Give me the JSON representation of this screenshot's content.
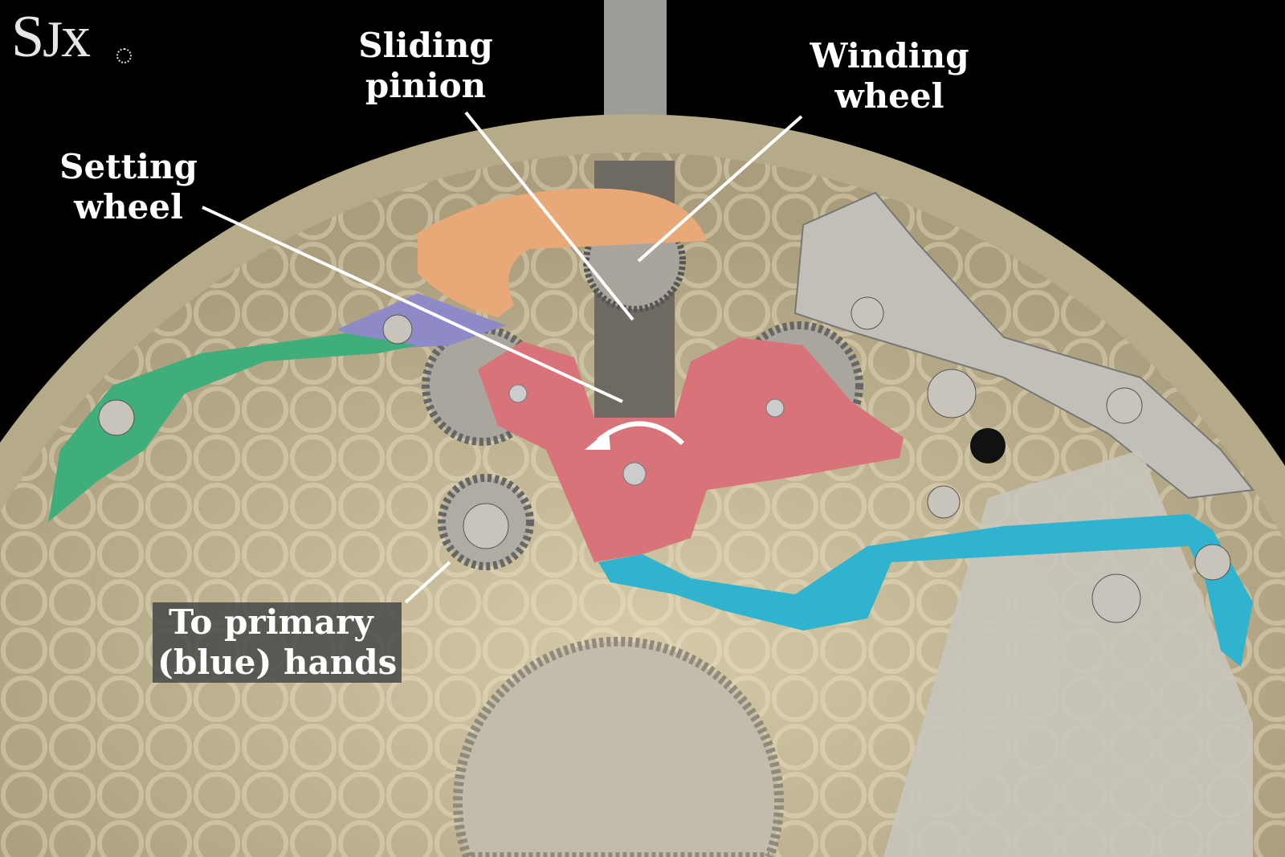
{
  "logo": "SJX",
  "labels": {
    "sliding_pinion": [
      "Sliding",
      "pinion"
    ],
    "winding_wheel": [
      "Winding",
      "wheel"
    ],
    "setting_wheel": [
      "Setting",
      "wheel"
    ],
    "to_primary_hands": [
      "To primary",
      "(blue) hands"
    ]
  },
  "colors": {
    "background": "#000000",
    "plate": "#c9bd9a",
    "orange_part": "#e9a877",
    "purple_part": "#8e8ac8",
    "green_part": "#3fae7a",
    "pink_part": "#d9737a",
    "blue_part": "#2fb3cf",
    "steel": "#b9b5ad"
  }
}
